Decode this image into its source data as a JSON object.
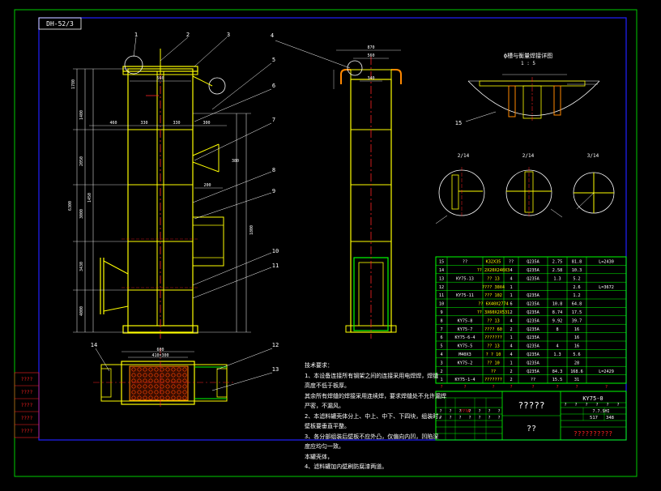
{
  "drawing": {
    "code_box": "DH-52/3",
    "callouts": [
      "1",
      "2",
      "3",
      "4",
      "5",
      "6",
      "7",
      "8",
      "9",
      "10",
      "11",
      "12",
      "13",
      "14",
      "15"
    ],
    "detail_title": "ф槽与衡量焊接详图",
    "detail_scale": "1 : 5",
    "section_labels": [
      "2/14",
      "2/14",
      "3/14"
    ],
    "dims_front_vertical": [
      "1780",
      "1400",
      "2050",
      "3000",
      "3430",
      "4000",
      "1450",
      "6300",
      "1800"
    ],
    "dims_front_horizontal": [
      "560",
      "460",
      "330",
      "330",
      "300",
      "200",
      "380"
    ],
    "dims_side": [
      "870",
      "560",
      "340"
    ],
    "dims_plan": [
      "600",
      "410×300"
    ]
  },
  "notes": {
    "title": "技术要求：",
    "lines": [
      "1、本设备连接所有钢架之间的连接采用电焊焊，焊缝",
      "高度不低于板厚。",
      "   其余所有焊缝的焊接采用连续焊，要求焊缝处不允许漏焊",
      "严密，不漏风。",
      "2、本滤料罐壳体分上、中上、中下、下四块，组装时，",
      "壁板要垂直平整。",
      "3、各分部组装后壁板不应外凸，仅偏向内凹，凹陷深",
      "度应均匀一致。",
      "   本罐壳体，",
      "4、滤料罐加内壁刷防腐漆两道。"
    ]
  },
  "bom": {
    "rows": [
      [
        "15",
        "??",
        "K32X35",
        "??",
        "Q235A",
        "2.75",
        "81.8",
        "L=2430"
      ],
      [
        "14",
        "",
        "?? 2X20X240X3",
        "4",
        "Q235A",
        "2.58",
        "10.3",
        ""
      ],
      [
        "13",
        "KY75-13",
        "?? 13",
        "4",
        "Q235A",
        "1.3",
        "5.2",
        ""
      ],
      [
        "12",
        "",
        "???? 30X4",
        "1",
        "",
        "",
        "2.6",
        "L=3672"
      ],
      [
        "11",
        "KY75-11",
        "??? 102",
        "1",
        "Q235A",
        "",
        "1.2",
        ""
      ],
      [
        "10",
        "",
        "?? 6X40X2774",
        "6",
        "Q235A",
        "10.8",
        "64.8",
        ""
      ],
      [
        "9",
        "",
        "?? 3X60X2X531",
        "2",
        "Q235A",
        "8.74",
        "17.5",
        ""
      ],
      [
        "8",
        "KY75-8",
        "?? 13",
        "4",
        "Q235A",
        "9.92",
        "39.7",
        ""
      ],
      [
        "7",
        "KY75-7",
        "???? 60",
        "2",
        "Q235A",
        "8",
        "16",
        ""
      ],
      [
        "6",
        "KY75-6-4",
        "???????",
        "1",
        "Q235A",
        "",
        "16",
        ""
      ],
      [
        "5",
        "KY75-5",
        "?? 13",
        "4",
        "Q235A",
        "4",
        "16",
        ""
      ],
      [
        "4",
        "M40X3",
        "? ? 10",
        "4",
        "Q235A",
        "1.3",
        "5.6",
        ""
      ],
      [
        "3",
        "KY75-2",
        "?? 10",
        "1",
        "Q235A",
        "",
        "28",
        ""
      ],
      [
        "2",
        "",
        "??",
        "2",
        "Q235A",
        "84.3",
        "168.6",
        "L=2429"
      ],
      [
        "1",
        "KY75-1-4",
        "???????",
        "2",
        "??",
        "15.5",
        "31",
        ""
      ]
    ],
    "header_row": [
      "?",
      "?",
      "?",
      "?",
      "?",
      "?",
      "?",
      "?"
    ],
    "title_cn": "?????",
    "drawing_no": "KY75-0",
    "unit_label": "??",
    "company": "??????????",
    "weight_row": [
      "?",
      "?",
      "?",
      "?",
      "?",
      "?"
    ],
    "weight_values": [
      "517",
      "348"
    ],
    "sign_row1": [
      "?",
      "?",
      "?",
      "?",
      "?",
      "?",
      "?"
    ],
    "sign_row1_mid": "???A",
    "sign_row2": [
      "?",
      "?",
      "?",
      "?",
      "?",
      "?",
      "?"
    ],
    "sign_row2_mid": "7.7.SHI",
    "left_cols": [
      "????",
      "????",
      "????",
      "????",
      "????"
    ]
  },
  "colors": {
    "background": "#000000",
    "frame_outer": "#00cc00",
    "frame_inner": "#2222ff",
    "object": "#ffff00",
    "dimension": "#ffffff",
    "centerline": "#ff2222",
    "table_grid": "#00ff00",
    "table_text": "#ffffff",
    "table_text_alt": "#ffff00",
    "red_text": "#ff2020",
    "green_part": "#00ff00",
    "orange_part": "#ff8800"
  }
}
